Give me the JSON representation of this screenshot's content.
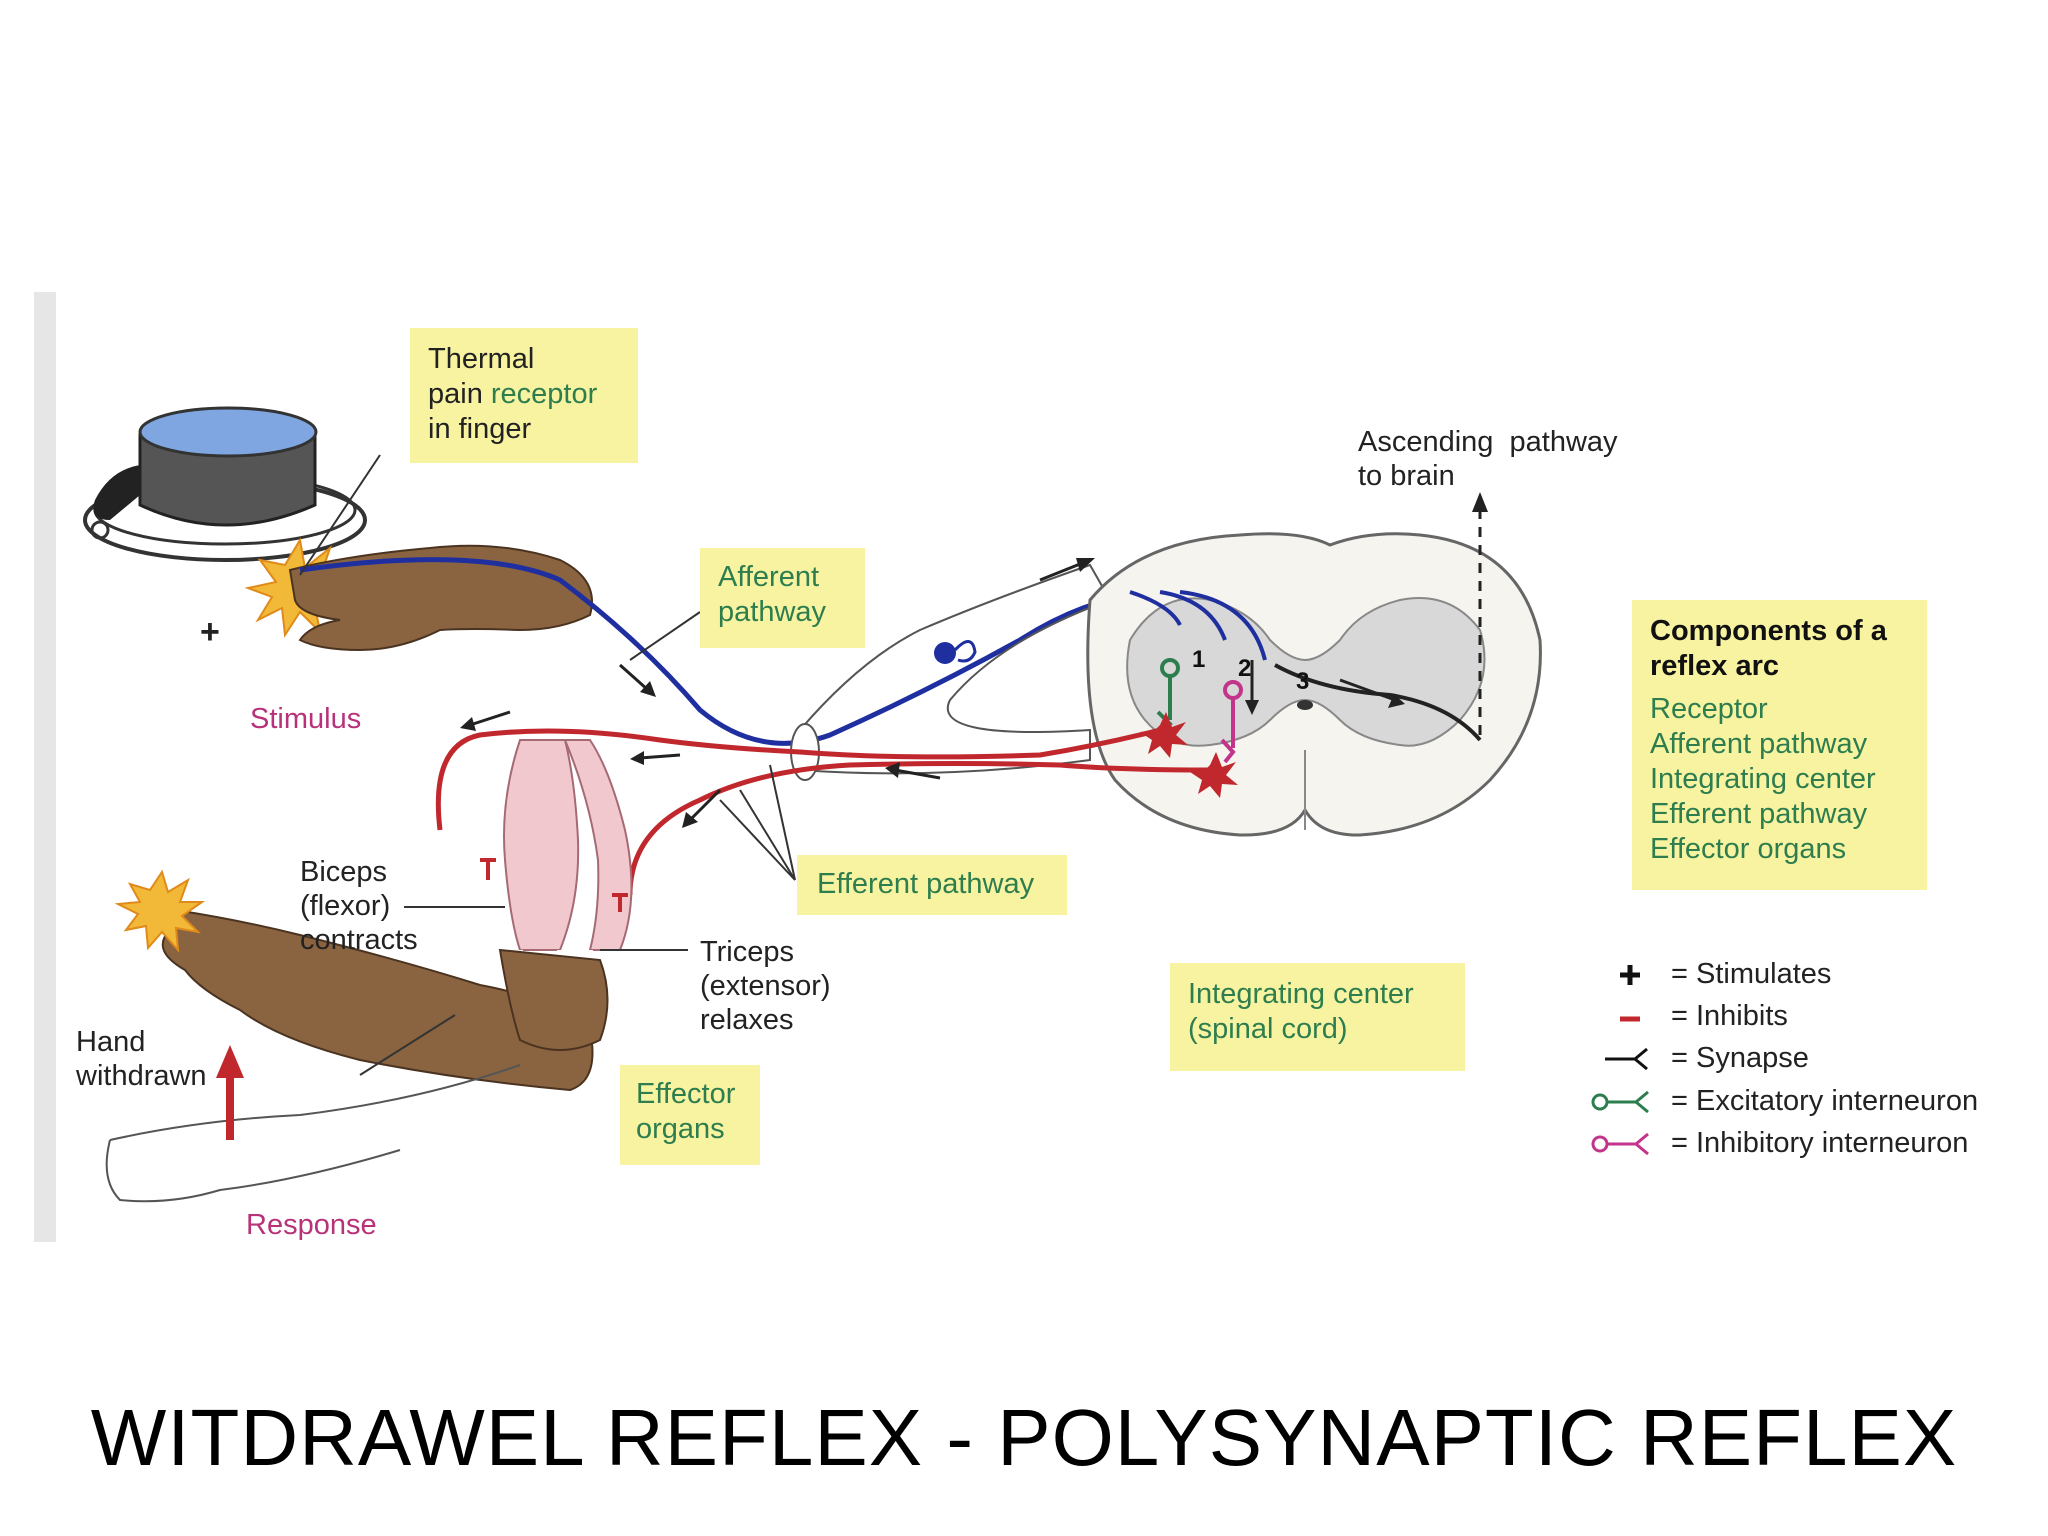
{
  "title": "WITDRAWEL REFLEX - POLYSYNAPTIC REFLEX",
  "receptor_box": {
    "line1": "Thermal",
    "line2_a": "pain",
    "line2_b": "receptor",
    "line3": "in finger"
  },
  "plus_sign": "+",
  "stimulus": "Stimulus",
  "afferent_box": {
    "line1": "Afferent",
    "line2": "pathway"
  },
  "ascending": {
    "line1": "Ascending  pathway",
    "line2": "to brain"
  },
  "components": {
    "heading1": "Components of a",
    "heading2": "reflex arc",
    "items": [
      "Receptor",
      "Afferent pathway",
      "Integrating center",
      "Efferent pathway",
      "Effector organs"
    ]
  },
  "biceps": {
    "line1": "Biceps",
    "line2": "(flexor)",
    "line3": "contracts"
  },
  "triceps": {
    "line1": "Triceps",
    "line2": "(extensor)",
    "line3": "relaxes"
  },
  "efferent_box": "Efferent pathway",
  "hand_withdrawn": {
    "line1": "Hand",
    "line2": "withdrawn"
  },
  "response": "Response",
  "effector_box": {
    "line1": "Effector",
    "line2": "organs"
  },
  "integrating_box": {
    "line1": "Integrating center",
    "line2": "(spinal cord)"
  },
  "synapse_numbers": [
    "1",
    "2",
    "3"
  ],
  "legend": [
    {
      "icon": "plus-icon",
      "text": "= Stimulates"
    },
    {
      "icon": "minus-icon",
      "text": "= Inhibits"
    },
    {
      "icon": "synapse-icon",
      "text": "= Synapse"
    },
    {
      "icon": "excitatory-interneuron-icon",
      "text": "= Excitatory interneuron"
    },
    {
      "icon": "inhibitory-interneuron-icon",
      "text": "= Inhibitory interneuron"
    }
  ],
  "colors": {
    "afferent": "#1f2fa0",
    "efferent": "#c0282e",
    "excitatory": "#2e7d4f",
    "inhibitory": "#c2358a",
    "box": "#f7f3a1"
  }
}
